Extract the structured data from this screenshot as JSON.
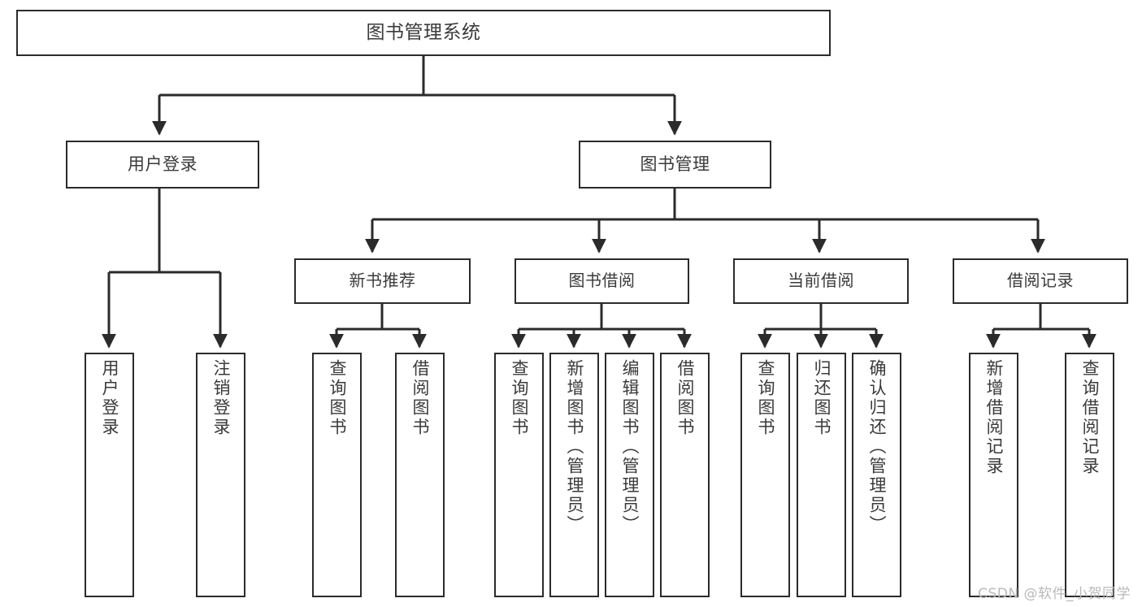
{
  "diagram": {
    "title": "图书管理系统",
    "watermark": "CSDN @软件_小贺同学",
    "colors": {
      "stroke": "#2b2b2b",
      "text": "#3a3a3a",
      "background": "#ffffff",
      "watermark": "#b9b9b9"
    },
    "root": {
      "label": "图书管理系统"
    },
    "level1": [
      {
        "id": "user-login",
        "label": "用户登录"
      },
      {
        "id": "book-management",
        "label": "图书管理"
      }
    ],
    "level2": [
      {
        "id": "new-book-recommend",
        "label": "新书推荐",
        "parent": "book-management"
      },
      {
        "id": "book-borrow",
        "label": "图书借阅",
        "parent": "book-management"
      },
      {
        "id": "current-borrow",
        "label": "当前借阅",
        "parent": "book-management"
      },
      {
        "id": "borrow-record",
        "label": "借阅记录",
        "parent": "book-management"
      }
    ],
    "leaves": [
      {
        "id": "leaf-user-login",
        "label": "用户登录",
        "parent": "user-login"
      },
      {
        "id": "leaf-logout",
        "label": "注销登录",
        "parent": "user-login"
      },
      {
        "id": "leaf-query-book-1",
        "label": "查询图书",
        "parent": "new-book-recommend"
      },
      {
        "id": "leaf-borrow-book-1",
        "label": "借阅图书",
        "parent": "new-book-recommend"
      },
      {
        "id": "leaf-query-book-2",
        "label": "查询图书",
        "parent": "book-borrow"
      },
      {
        "id": "leaf-add-book",
        "label": "新增图书（管理员）",
        "parent": "book-borrow"
      },
      {
        "id": "leaf-edit-book",
        "label": "编辑图书（管理员）",
        "parent": "book-borrow"
      },
      {
        "id": "leaf-borrow-book-2",
        "label": "借阅图书",
        "parent": "book-borrow"
      },
      {
        "id": "leaf-query-book-3",
        "label": "查询图书",
        "parent": "current-borrow"
      },
      {
        "id": "leaf-return-book",
        "label": "归还图书",
        "parent": "current-borrow"
      },
      {
        "id": "leaf-confirm-return",
        "label": "确认归还（管理员）",
        "parent": "current-borrow"
      },
      {
        "id": "leaf-add-record",
        "label": "新增借阅记录",
        "parent": "borrow-record"
      },
      {
        "id": "leaf-query-record",
        "label": "查询借阅记录",
        "parent": "borrow-record"
      }
    ]
  }
}
